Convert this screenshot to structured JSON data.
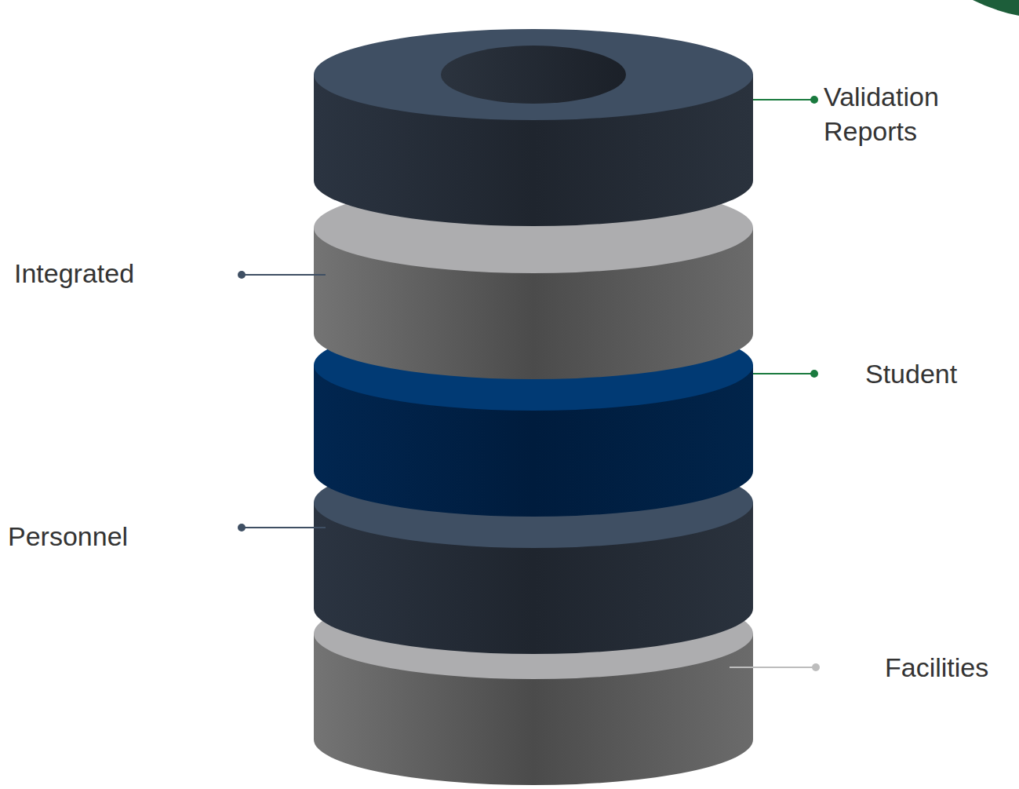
{
  "diagram": {
    "labels": [
      "Validation Reports",
      "Integrated",
      "Student",
      "Personnel",
      "Facilities"
    ]
  }
}
